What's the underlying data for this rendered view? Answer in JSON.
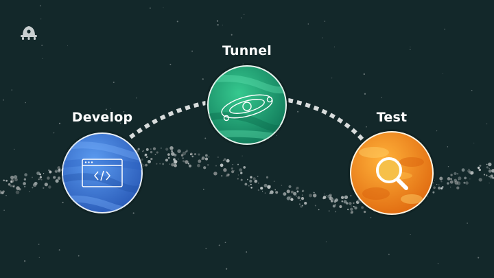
{
  "stages": [
    {
      "label": "Develop",
      "icon": "code-window-icon",
      "color": "#3b78d4"
    },
    {
      "label": "Tunnel",
      "icon": "orbit-icon",
      "color": "#1fa97a"
    },
    {
      "label": "Test",
      "icon": "magnifier-icon",
      "color": "#f28c1e"
    }
  ],
  "logo": {
    "icon": "rocket-ship-icon"
  },
  "colors": {
    "background": "#13282a",
    "connector": "#d8dcdc",
    "text": "#ffffff"
  }
}
